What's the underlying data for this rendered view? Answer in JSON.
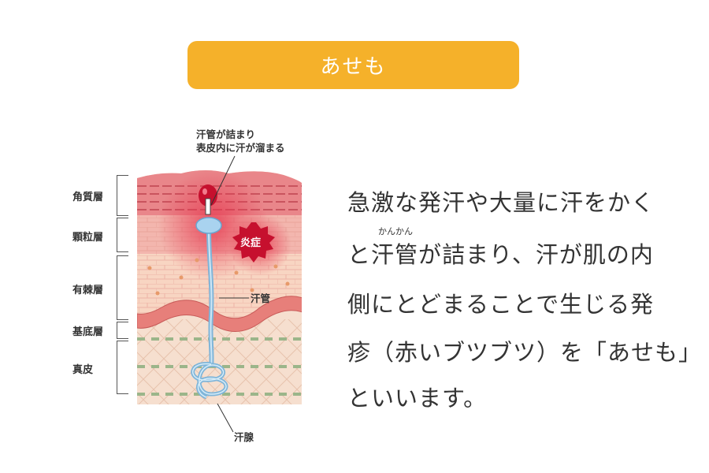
{
  "title": "あせも",
  "layers": [
    {
      "name": "角質層"
    },
    {
      "name": "顆粒層"
    },
    {
      "name": "有棘層"
    },
    {
      "name": "基底層"
    },
    {
      "name": "真皮"
    }
  ],
  "callouts": {
    "clog_line1": "汗管が詰まり",
    "clog_line2": "表皮内に汗が溜まる",
    "inflammation": "炎症",
    "sweat_duct": "汗管",
    "sweat_gland": "汗腺"
  },
  "ruby": "かんかん",
  "body_lines": [
    "急激な発汗や大量に汗をかく",
    "と汗管が詰まり、汗が肌の内",
    "側にとどまることで生じる発",
    "疹（赤いブツブツ）を「あせも」",
    "といいます。"
  ],
  "colors": {
    "pill": "#f5b12a",
    "inflammation": "#c6102e"
  }
}
